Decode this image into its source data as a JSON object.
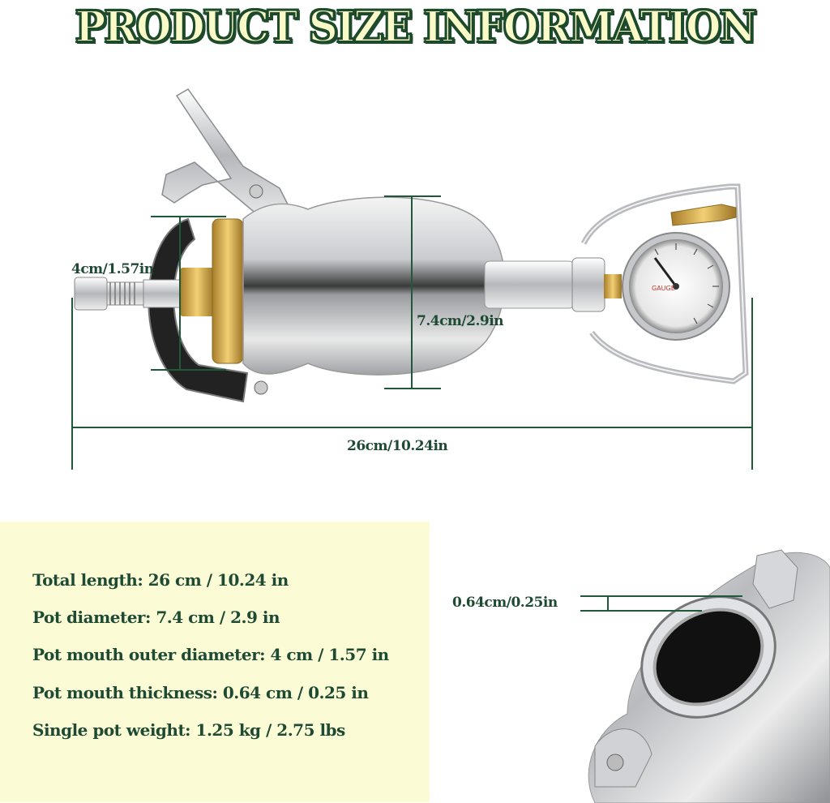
{
  "header": {
    "title": "PRODUCT SIZE INFORMATION"
  },
  "colors": {
    "title_fill": "#fafac8",
    "title_outline": "#1e4a2c",
    "dimension_line": "#1e5a3a",
    "text": "#1e4a34",
    "panel_background": "#fbfcd6"
  },
  "dimensions": {
    "mouth_diameter": "4cm/1.57in",
    "pot_diameter": "7.4cm/2.9in",
    "total_length": "26cm/10.24in",
    "mouth_thickness": "0.64cm/0.25in"
  },
  "specs": [
    {
      "label": "Total length: 26 cm / 10.24 in"
    },
    {
      "label": "Pot diameter: 7.4 cm / 2.9 in"
    },
    {
      "label": "Pot mouth outer diameter: 4 cm / 1.57 in"
    },
    {
      "label": "Pot mouth thickness: 0.64 cm / 0.25 in"
    },
    {
      "label": "Single pot weight: 1.25 kg / 2.75 lbs"
    }
  ],
  "images": {
    "main_product": "cupping-pot-side-view",
    "detail_product": "cupping-pot-mouth-closeup"
  }
}
